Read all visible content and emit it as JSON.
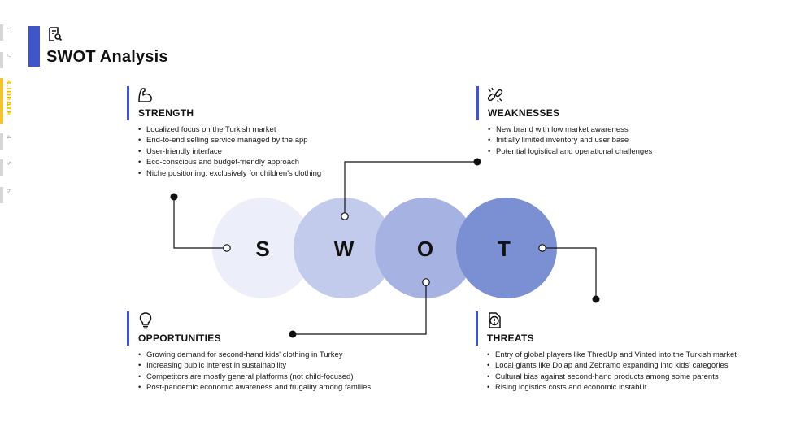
{
  "nav": {
    "steps": [
      {
        "label": "1",
        "active": false
      },
      {
        "label": "2",
        "active": false
      },
      {
        "label": "3.IDEATE",
        "active": true
      },
      {
        "label": "4",
        "active": false
      },
      {
        "label": "5",
        "active": false
      },
      {
        "label": "6",
        "active": false
      }
    ]
  },
  "header": {
    "title": "SWOT Analysis",
    "icon": "document-search-icon",
    "accent_color": "#3f56c9"
  },
  "diagram": {
    "letters": [
      "S",
      "W",
      "O",
      "T"
    ],
    "circle_colors": [
      "#eceef9",
      "#c3cbec",
      "#a6b2e1",
      "#7b8fd3"
    ]
  },
  "sections": {
    "strength": {
      "title": "STRENGTH",
      "icon": "flexed-arm-icon",
      "items": [
        "Localized focus on the Turkish market",
        "End-to-end selling service managed by the app",
        "User-friendly interface",
        "Eco-conscious and budget-friendly approach",
        "Niche positioning: exclusively for children's clothing"
      ]
    },
    "weaknesses": {
      "title": "WEAKNESSES",
      "icon": "broken-link-icon",
      "items": [
        "New brand with low market awareness",
        "Initially limited inventory and user base",
        "Potential logistical and operational challenges"
      ]
    },
    "opportunities": {
      "title": "OPPORTUNITIES",
      "icon": "lightbulb-icon",
      "items": [
        "Growing demand for second-hand kids' clothing in Turkey",
        "Increasing public interest in sustainability",
        "Competitors are mostly general platforms (not child-focused)",
        "Post-pandemic economic awareness and frugality among families"
      ]
    },
    "threats": {
      "title": "THREATS",
      "icon": "alert-icon",
      "items": [
        "Entry of global players like ThredUp and Vinted into the Turkish market",
        "Local giants like Dolap and Zebramo expanding into kids' categories",
        "Cultural bias against second-hand products among some parents",
        "Rising logistics costs and economic instabilit"
      ]
    }
  }
}
